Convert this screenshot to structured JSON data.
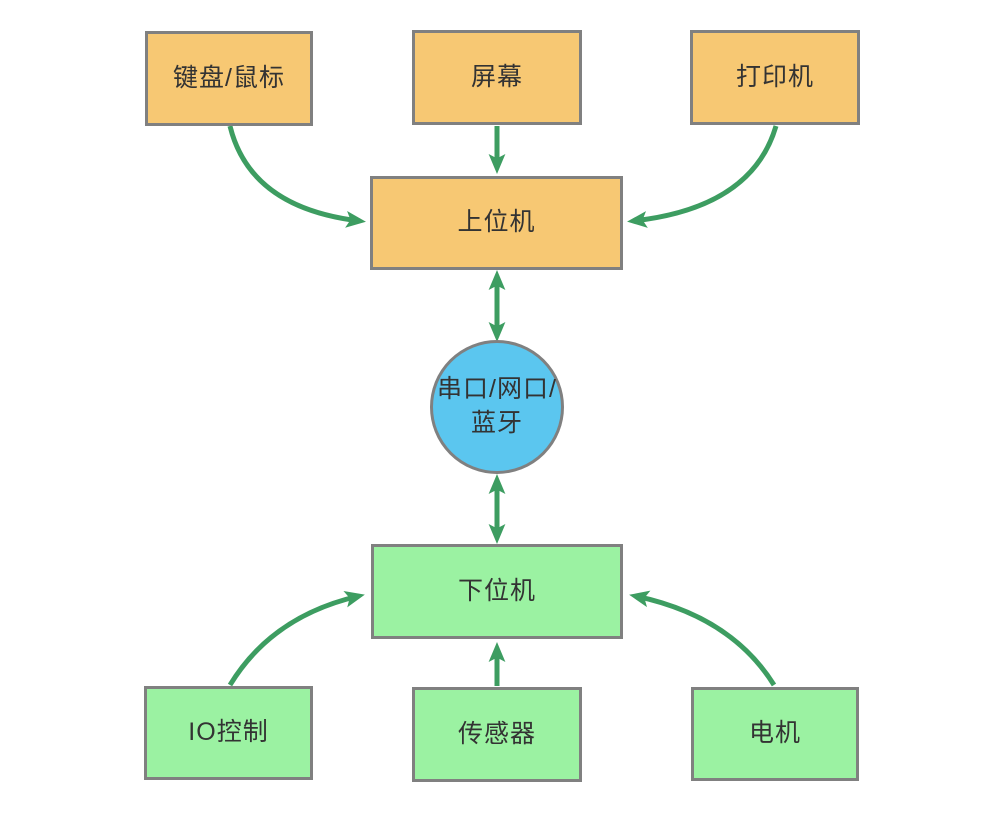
{
  "diagram": {
    "background": "#FFFFFF",
    "colors": {
      "upper_node_fill": "#F7C873",
      "lower_node_fill": "#9BF2A2",
      "connector_node_fill": "#5BC6EF",
      "node_border": "#808080",
      "arrow": "#3D9D61",
      "label_text": "#333333"
    },
    "nodes": {
      "keyboard_mouse": {
        "label": "键盘/鼠标",
        "shape": "rect",
        "group": "host-peripheral"
      },
      "screen": {
        "label": "屏幕",
        "shape": "rect",
        "group": "host-peripheral"
      },
      "printer": {
        "label": "打印机",
        "shape": "rect",
        "group": "host-peripheral"
      },
      "host": {
        "label": "上位机",
        "shape": "rect",
        "group": "host"
      },
      "link": {
        "label": "串口/网口/蓝牙",
        "lines": [
          "串口/网口/",
          "蓝牙"
        ],
        "shape": "circle",
        "group": "connector"
      },
      "slave": {
        "label": "下位机",
        "shape": "rect",
        "group": "slave"
      },
      "io_control": {
        "label": "IO控制",
        "shape": "rect",
        "group": "slave-peripheral"
      },
      "sensor": {
        "label": "传感器",
        "shape": "rect",
        "group": "slave-peripheral"
      },
      "motor": {
        "label": "电机",
        "shape": "rect",
        "group": "slave-peripheral"
      }
    },
    "edges": [
      {
        "from": "keyboard_mouse",
        "to": "host",
        "type": "curved",
        "direction": "single"
      },
      {
        "from": "screen",
        "to": "host",
        "type": "straight",
        "direction": "single"
      },
      {
        "from": "printer",
        "to": "host",
        "type": "curved",
        "direction": "single"
      },
      {
        "from": "host",
        "to": "link",
        "type": "straight",
        "direction": "double"
      },
      {
        "from": "link",
        "to": "slave",
        "type": "straight",
        "direction": "double"
      },
      {
        "from": "io_control",
        "to": "slave",
        "type": "curved",
        "direction": "single"
      },
      {
        "from": "sensor",
        "to": "slave",
        "type": "straight",
        "direction": "single"
      },
      {
        "from": "motor",
        "to": "slave",
        "type": "curved",
        "direction": "single"
      }
    ]
  }
}
